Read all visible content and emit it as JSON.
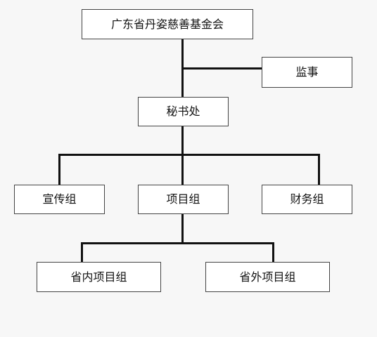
{
  "diagram": {
    "type": "org-chart",
    "line_color": "#111111",
    "box_border_color": "#444444",
    "box_fill_color": "#ffffff",
    "background_color": "#f7f7f7",
    "nodes": {
      "foundation": "广东省丹姿慈善基金会",
      "supervisor": "监事",
      "secretariat": "秘书处",
      "publicity_group": "宣传组",
      "project_group": "项目组",
      "finance_group": "财务组",
      "domestic_project_group": "省内项目组",
      "overseas_project_group": "省外项目组"
    },
    "edges": [
      [
        "foundation",
        "secretariat"
      ],
      [
        "foundation",
        "supervisor"
      ],
      [
        "secretariat",
        "publicity_group"
      ],
      [
        "secretariat",
        "project_group"
      ],
      [
        "secretariat",
        "finance_group"
      ],
      [
        "project_group",
        "domestic_project_group"
      ],
      [
        "project_group",
        "overseas_project_group"
      ]
    ]
  }
}
